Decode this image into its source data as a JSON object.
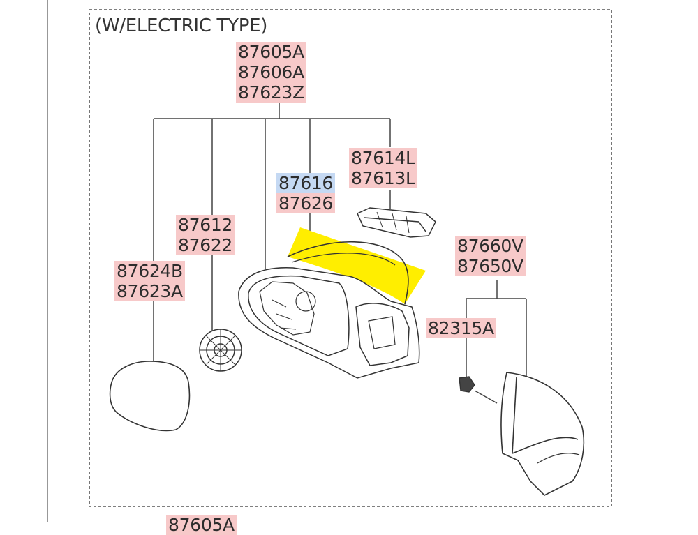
{
  "diagram": {
    "group_title": "(W/ELECTRIC TYPE)",
    "colors": {
      "part_highlight": "#f7c9c9",
      "selected_highlight": "#c5d9f3",
      "selected_part_fill": "#ffee00",
      "line": "#444444",
      "frame_border": "#555555"
    },
    "callouts": {
      "mirror_assembly": {
        "lines": [
          "87605A",
          "87606A",
          "87623Z"
        ]
      },
      "side_repeater_lamp": {
        "lines": [
          "87614L",
          "87613L"
        ]
      },
      "scalp_cover": {
        "lines": [
          "87616",
          "87626"
        ],
        "selected_line": "87616"
      },
      "actuator": {
        "lines": [
          "87612",
          "87622"
        ]
      },
      "mirror_glass": {
        "lines": [
          "87624B",
          "87623A"
        ]
      },
      "cover_inside": {
        "lines": [
          "87660V",
          "87650V"
        ]
      },
      "screw_clip": {
        "lines": [
          "82315A"
        ]
      },
      "bottom_cut": {
        "lines": [
          "87605A"
        ]
      }
    }
  }
}
